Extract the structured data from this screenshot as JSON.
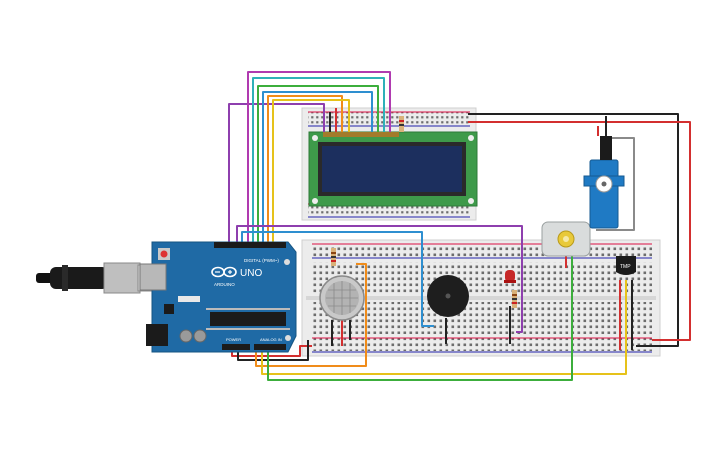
{
  "arduino": {
    "brand": "ARDUINO",
    "model": "UNO",
    "digital_header": "DIGITAL (PWM~)",
    "power_header": "POWER",
    "analog_header": "ANALOG IN"
  },
  "temp_sensor": {
    "label": "TMP"
  },
  "components": [
    "usb-cable",
    "arduino-uno",
    "lcd-16x2",
    "small-breadboard",
    "main-breadboard",
    "gas-sensor",
    "piezo-buzzer",
    "red-led",
    "dc-motor",
    "micro-servo",
    "temperature-sensor",
    "resistors"
  ],
  "colors": {
    "arduino_board": "#1f6aa5",
    "lcd_pcb": "#3e9a4a",
    "lcd_screen": "#1c2f5e",
    "breadboard": "#ececec",
    "servo_body": "#1f7ac4",
    "motor_body": "#d9dcdc",
    "led": "#c62828",
    "wire_red": "#d32f2f",
    "wire_black": "#222222",
    "wire_green": "#3cae3c",
    "wire_yellow": "#e6c21a",
    "wire_orange": "#f08c1a",
    "wire_purple": "#8e3fae",
    "wire_blue": "#2e8fd0",
    "wire_teal": "#2fb1b8",
    "wire_magenta": "#b03ab0"
  }
}
